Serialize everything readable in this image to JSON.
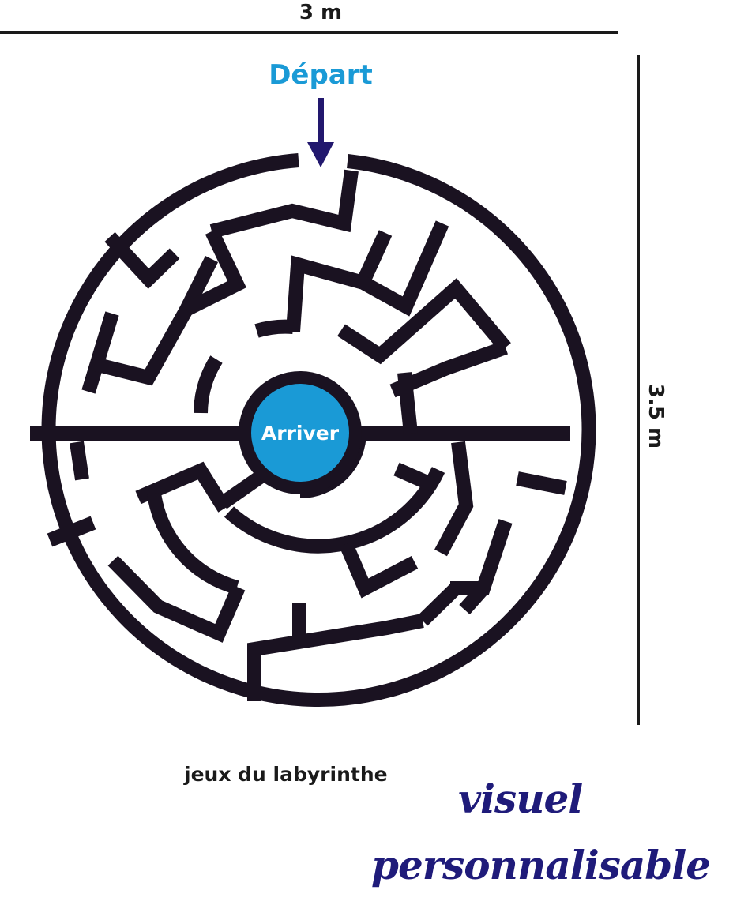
{
  "dimensions": {
    "width_label": "3 m",
    "height_label": "3.5 m"
  },
  "maze": {
    "start_label": "Départ",
    "end_label": "Arriver"
  },
  "caption": "jeux du labyrinthe",
  "promo": {
    "line1": "visuel",
    "line2": "personnalisable"
  },
  "colors": {
    "wall": "#1a1221",
    "start": "#1a9ad6",
    "arrow": "#22186e",
    "goal_fill": "#1a9ad6",
    "promo": "#1f1b7a"
  }
}
